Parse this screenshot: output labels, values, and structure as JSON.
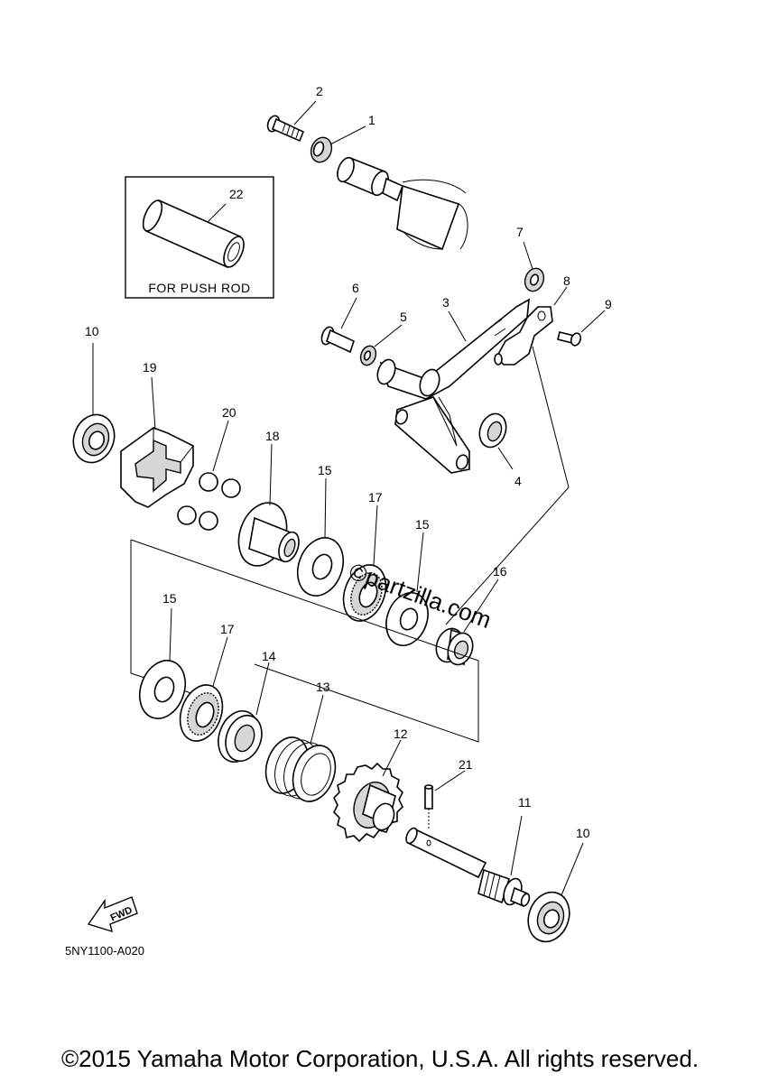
{
  "callouts": {
    "c1": "1",
    "c2": "2",
    "c3": "3",
    "c4": "4",
    "c5": "5",
    "c6": "6",
    "c7": "7",
    "c8": "8",
    "c9": "9",
    "c10a": "10",
    "c10b": "10",
    "c11": "11",
    "c12": "12",
    "c13": "13",
    "c14": "14",
    "c15a": "15",
    "c15b": "15",
    "c15c": "15",
    "c16": "16",
    "c17a": "17",
    "c17b": "17",
    "c18": "18",
    "c19": "19",
    "c20": "20",
    "c21": "21",
    "c22": "22"
  },
  "inset": {
    "caption": "FOR PUSH ROD"
  },
  "fwd_label": "FWD",
  "diagram_code": "5NY1100-A020",
  "watermark": "©partzilla.com",
  "copyright": "©2015 Yamaha Motor Corporation, U.S.A. All rights reserved."
}
